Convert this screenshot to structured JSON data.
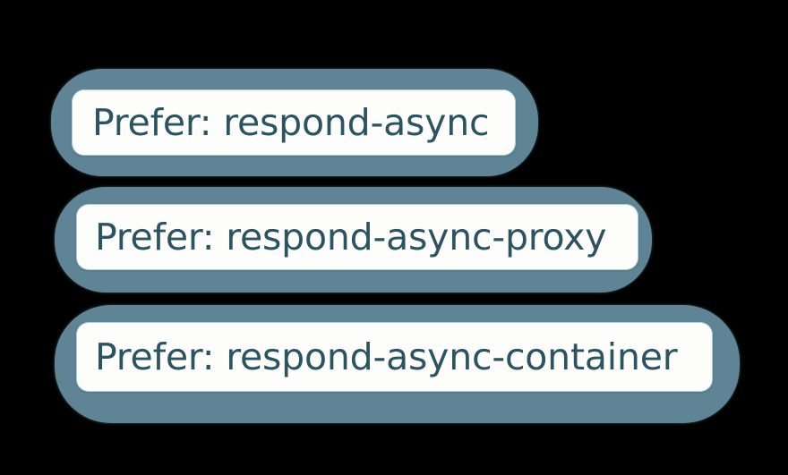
{
  "background_color": "#000000",
  "theme": {
    "frame_color": "#5f8496",
    "card_color": "#fdfdfb",
    "text_color": "#2b5460",
    "glow_color": "#a7dcec"
  },
  "items": [
    {
      "label": "Prefer: respond-async"
    },
    {
      "label": "Prefer: respond-async-proxy"
    },
    {
      "label": "Prefer: respond-async-container"
    }
  ]
}
